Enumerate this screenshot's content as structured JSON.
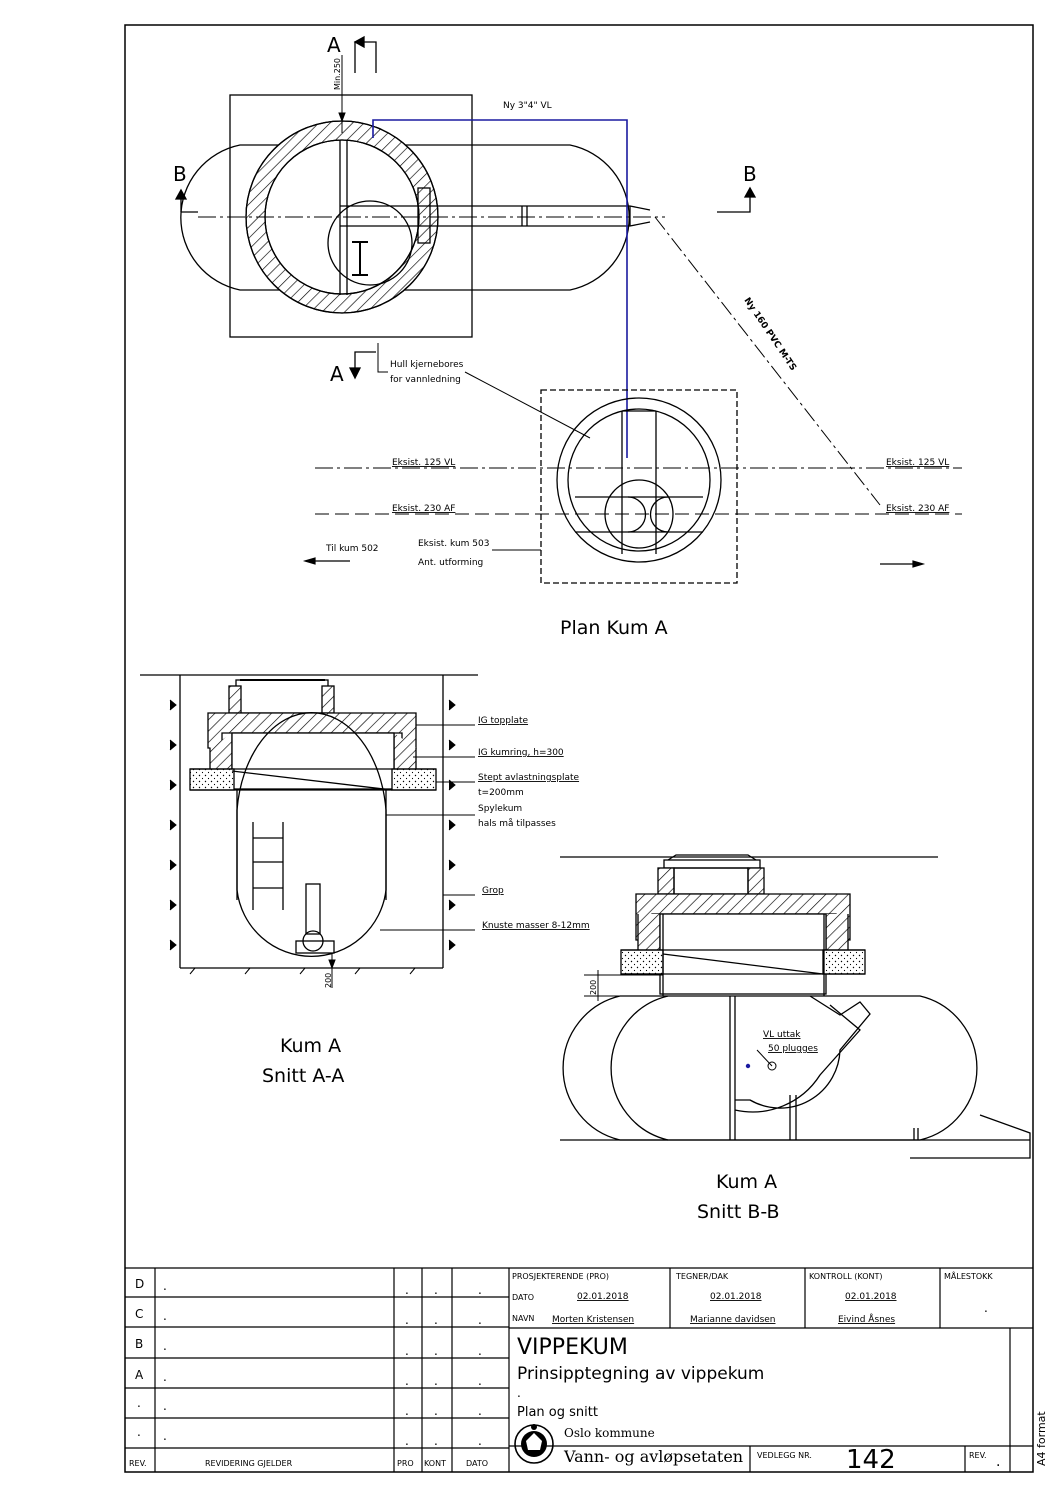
{
  "plan": {
    "title": "Plan Kum A",
    "section_a_top": "A",
    "section_a_bottom": "A",
    "section_b_left": "B",
    "section_b_right": "B",
    "min_label": "Min.250",
    "new_vl_label": "Ny 3\"4\" VL",
    "new_pvc_label": "Ny 160 PVC M-TS",
    "hole_label_1": "Hull kjernebores",
    "hole_label_2": "for vannledning",
    "existing_vl_left": "Eksist. 125 VL",
    "existing_vl_right": "Eksist. 125 VL",
    "existing_af_left": "Eksist. 230 AF",
    "existing_af_right": "Eksist. 230 AF",
    "existing_kum_1": "Eksist. kum 503",
    "existing_kum_2": "Ant. utforming",
    "to_kum": "Til kum 502"
  },
  "section_aa": {
    "title_1": "Kum A",
    "title_2": "Snitt A-A",
    "label_topplate": "IG topplate",
    "label_kumring": "IG kumring, h=300",
    "label_plate_1": "Stept avlastningsplate",
    "label_plate_2": "t=200mm",
    "label_spylekum_1": "Spylekum",
    "label_spylekum_2": "hals må tilpasses",
    "label_grop": "Grop",
    "label_knuste": "Knuste masser 8-12mm",
    "dim_bottom": "200"
  },
  "section_bb": {
    "title_1": "Kum A",
    "title_2": "Snitt B-B",
    "dim_left": "200",
    "label_vl_1": "VL uttak",
    "label_vl_2": "50 plugges"
  },
  "titleblock": {
    "rev_rows": [
      {
        "rev": "D",
        "desc": ".",
        "pro": ".",
        "kont": ".",
        "dato": "."
      },
      {
        "rev": "C",
        "desc": ".",
        "pro": ".",
        "kont": ".",
        "dato": "."
      },
      {
        "rev": "B",
        "desc": ".",
        "pro": ".",
        "kont": ".",
        "dato": "."
      },
      {
        "rev": "A",
        "desc": ".",
        "pro": ".",
        "kont": ".",
        "dato": "."
      },
      {
        "rev": ".",
        "desc": ".",
        "pro": ".",
        "kont": ".",
        "dato": "."
      },
      {
        "rev": ".",
        "desc": ".",
        "pro": ".",
        "kont": ".",
        "dato": "."
      }
    ],
    "rev_header": "REV.",
    "rev_desc_header": "REVIDERING GJELDER",
    "pro_header": "PRO",
    "kont_header": "KONT",
    "dato_header": "DATO",
    "prosjekterende_label": "PROSJEKTERENDE (PRO)",
    "tegner_label": "TEGNER/DAK",
    "kontroll_label": "KONTROLL (KONT)",
    "malestokk_label": "MÅLESTOKK",
    "malestokk_value": ".",
    "dato_label": "DATO",
    "navn_label": "NAVN",
    "pro_date": "02.01.2018",
    "tegner_date": "02.01.2018",
    "kontroll_date": "02.01.2018",
    "pro_name": "Morten Kristensen",
    "tegner_name": "Marianne davidsen",
    "kontroll_name": "Eivind Åsnes",
    "title": "VIPPEKUM",
    "subtitle": "Prinsipptegning av vippekum",
    "line3": ".",
    "line4": "Plan og snitt",
    "org_1": "Oslo kommune",
    "org_2": "Vann- og avløpsetaten",
    "vedlegg_label": "VEDLEGG NR.",
    "vedlegg_value": "142",
    "rev_label": "REV.",
    "rev_value": ".",
    "format": "A4 format"
  },
  "colors": {
    "line": "#000000",
    "new_pipe": "#1a1aa0"
  }
}
